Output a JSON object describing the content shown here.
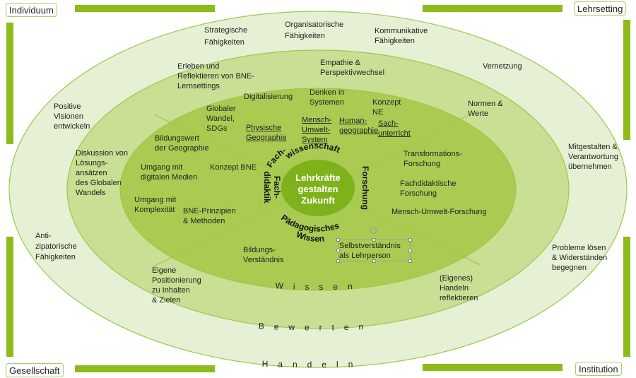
{
  "corners": {
    "top_left": "Individuum",
    "top_right": "Lehrsetting",
    "bottom_left": "Gesellschaft",
    "bottom_right": "Institution"
  },
  "center": {
    "line1": "Lehrkräfte",
    "line2": "gestalten",
    "line3": "Zukunft"
  },
  "pillars": {
    "fachwissenschaft_1": "Fach-",
    "fachwissenschaft_2": "wissenschaft",
    "fachdidaktik_1": "Fach-",
    "fachdidaktik_2": "didaktik",
    "forschung": "Forschung",
    "paed_1": "Pädagogisches",
    "paed_2": "Wissen"
  },
  "ring_labels": {
    "inner": "Wissen",
    "middle": "Bewerten",
    "outer": "Handeln"
  },
  "outer_ring": [
    "Strategische\nFähigkeiten",
    "Organisatorische\nFähigkeiten",
    "Kommunikative\nFähigkeiten",
    "Vernetzung",
    "Positive\nVisionen\nentwickeln",
    "Mitgestalten &\nVerantwortung\nübernehmen",
    "Anti-\nzipatorische\nFähigkeiten",
    "Probleme lösen\n& Widerständen\nbegegnen"
  ],
  "middle_ring": [
    "Erleben und\nReflektieren von BNE-\nLernsettings",
    "Empathie &\nPerspektivwechsel",
    "Normen &\nWerte",
    "Diskussion von\nLösungs-\nansätzen\ndes Globalen\nWandels",
    "Eigene\nPositionierung\nzu Inhalten\n& Zielen",
    "(Eigenes)\nHandeln\nreflektieren"
  ],
  "inner_top": [
    "Digitalisierung",
    "Denken in\nSystemen",
    "Globaler\nWandel,\nSDGs",
    "Konzept\nNE"
  ],
  "inner_top_underlined": [
    "Physische\nGeographie",
    "Mensch-\nUmwelt-\nSystem",
    "Human-\ngeographie",
    "Sach-\nunterricht"
  ],
  "inner_left": [
    "Bildungswert\nder Geographie",
    "Umgang mit\ndigitalen Medien",
    "Konzept BNE",
    "Umgang mit\nKomplexität",
    "BNE-Prinzipien\n & Methoden"
  ],
  "inner_right": [
    "Transformations-\nForschung",
    "Fachdidaktische\nForschung",
    "Mensch-Umwelt-Forschung"
  ],
  "inner_bottom": [
    "Bildungs-\nVerständnis",
    "Selbstverständnis\nals Lehrperson"
  ],
  "colors": {
    "outer_fill": "#e6f0d4",
    "middle_fill": "#c8df94",
    "inner_fill": "#a9cb52",
    "center_fill": "#7fb21a",
    "bar": "#8cbb1a",
    "stroke": "#9bc94a"
  }
}
